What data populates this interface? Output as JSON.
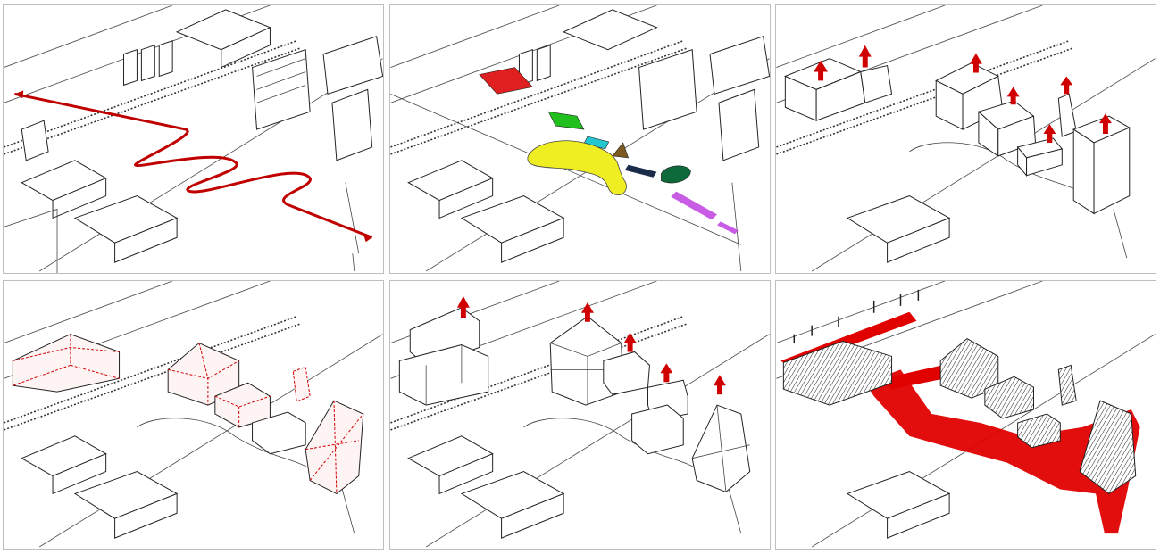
{
  "figure": {
    "panels": [
      {
        "id": "panel-1",
        "overlay": "zigzag-route",
        "accent": "#c00000"
      },
      {
        "id": "panel-2",
        "overlay": "programme-zones",
        "colors": {
          "red": "#e02020",
          "green": "#22c01e",
          "cyan": "#22c7d0",
          "yellow": "#eeee22",
          "brown": "#7a5a22",
          "navy": "#1b2b4a",
          "darkgreen": "#0e6a3a",
          "violet": "#c040e0"
        }
      },
      {
        "id": "panel-3",
        "overlay": "massing-blocks-arrows",
        "accent": "#d00000"
      },
      {
        "id": "panel-4",
        "overlay": "red-dashed-forms",
        "accent": "#d00000"
      },
      {
        "id": "panel-5",
        "overlay": "sculpted-towers-arrows",
        "accent": "#d00000"
      },
      {
        "id": "panel-6",
        "overlay": "red-public-ground",
        "accent": "#e00000"
      }
    ]
  }
}
